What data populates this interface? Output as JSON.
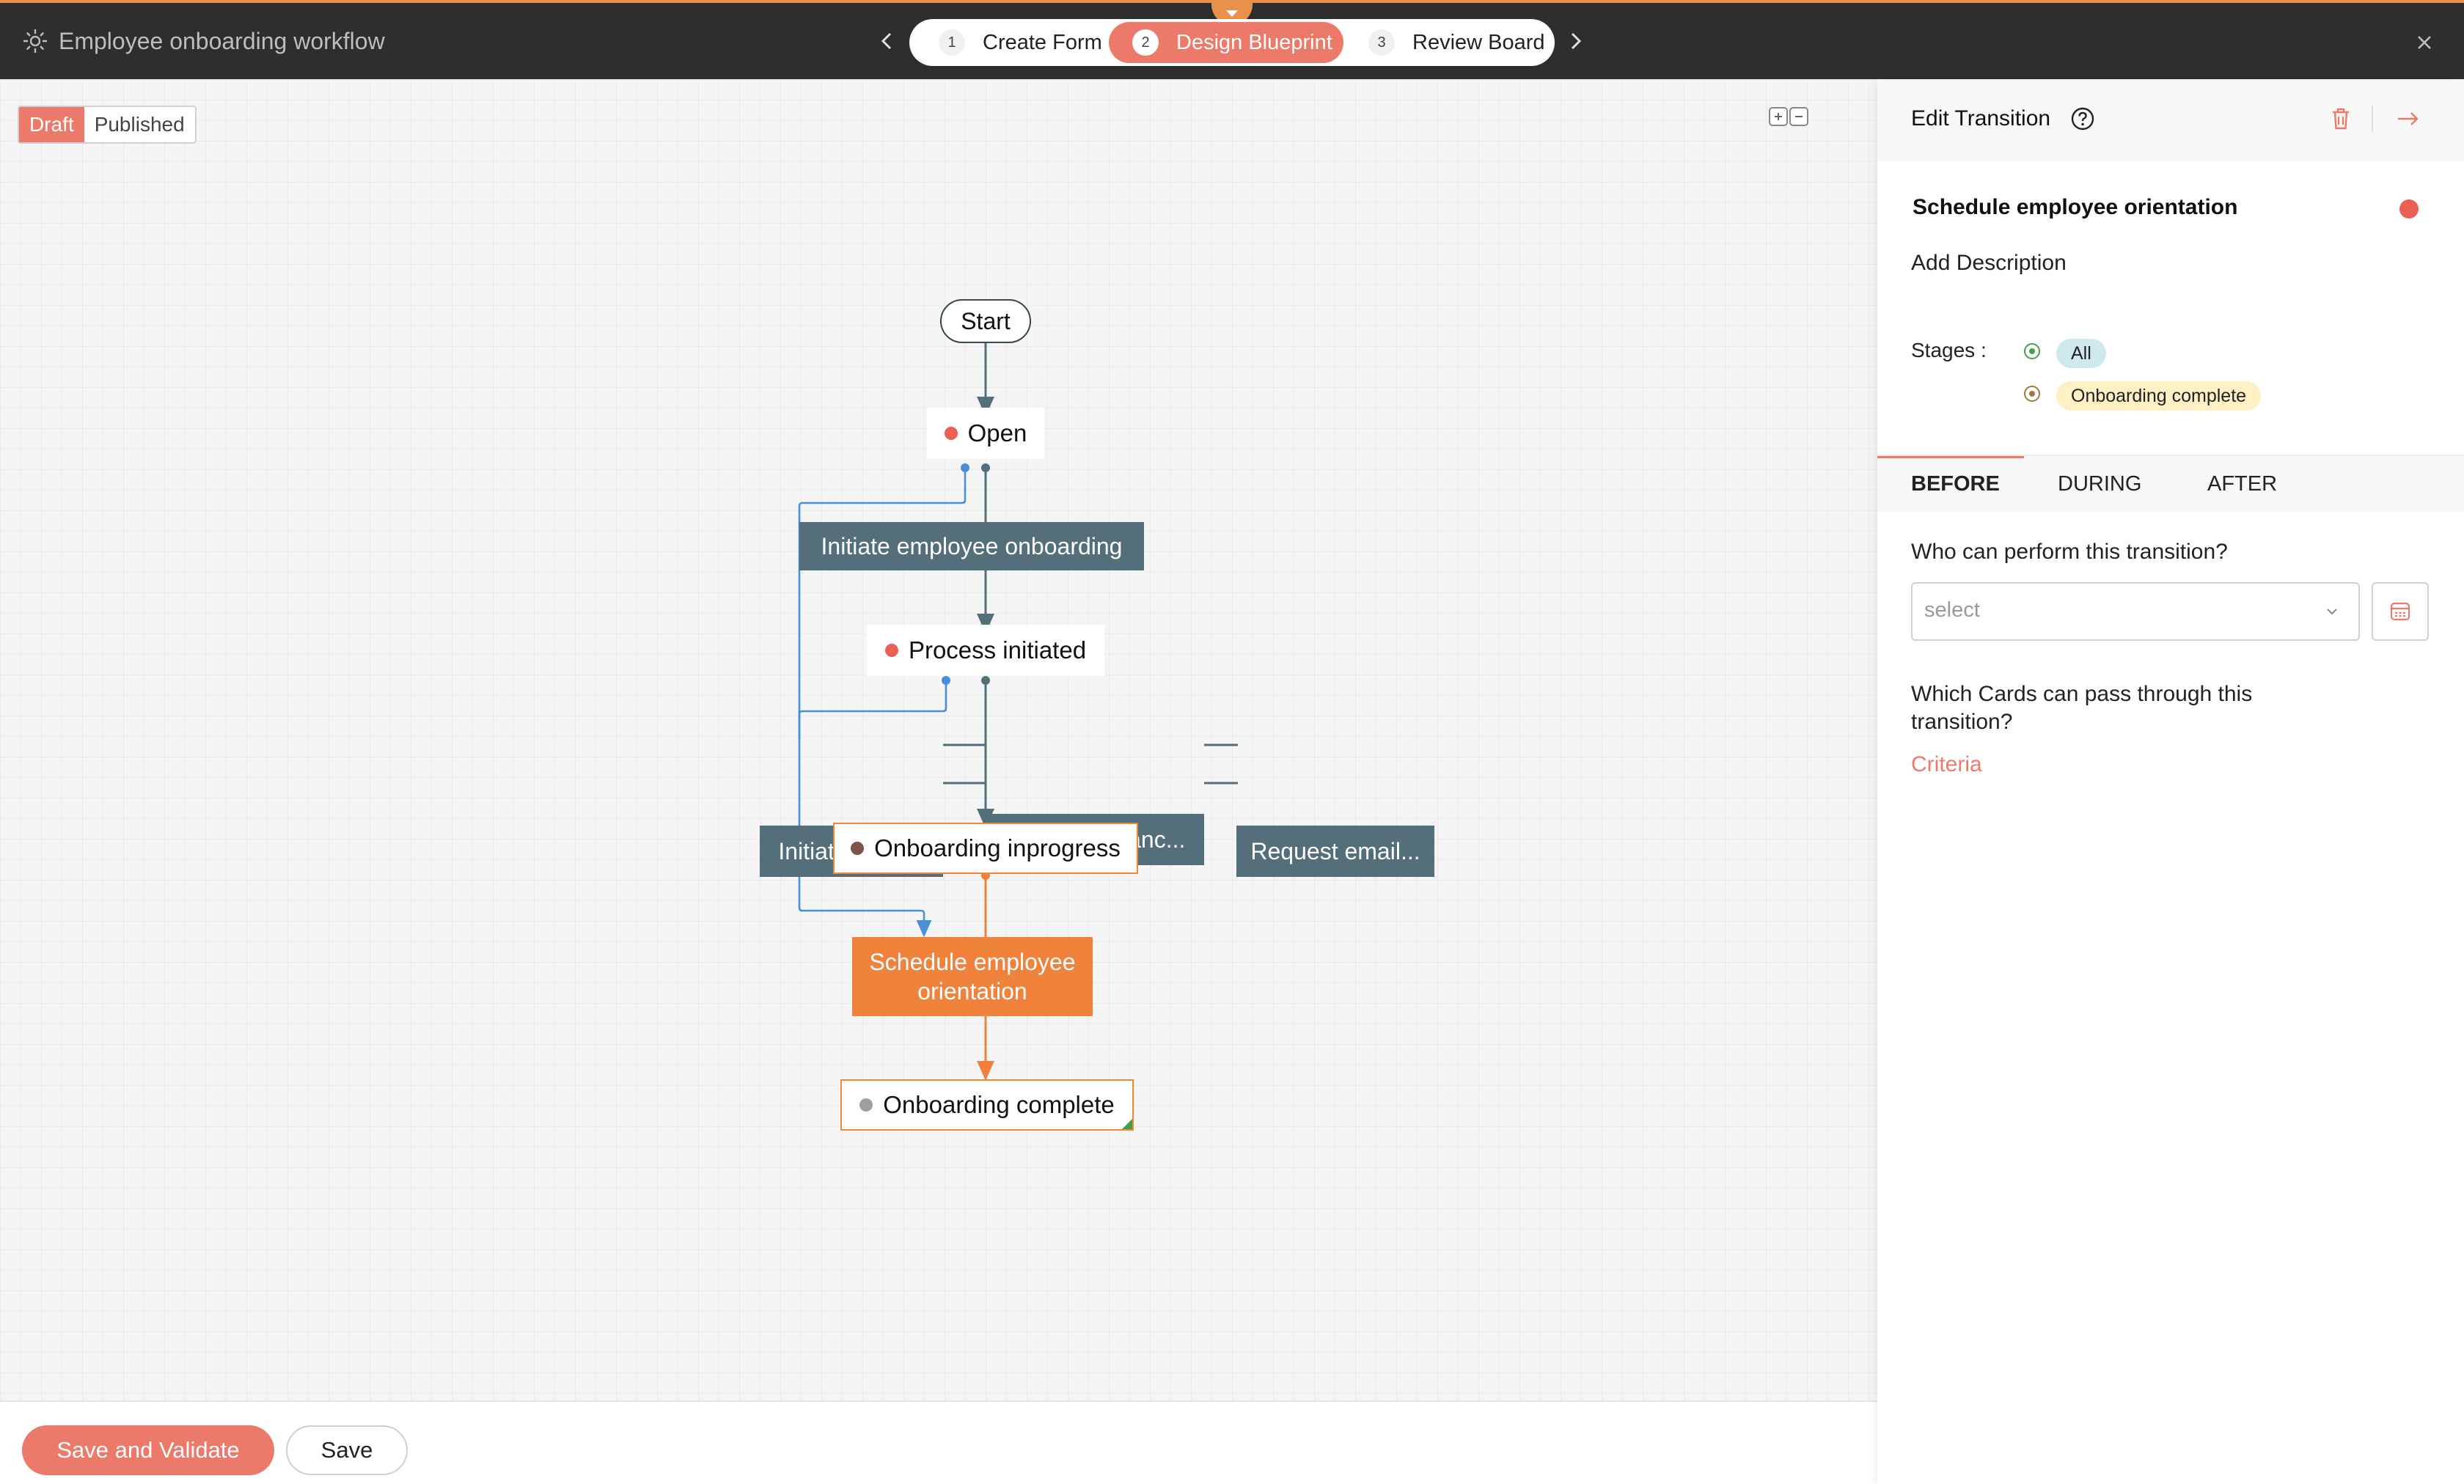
{
  "header": {
    "title": "Employee onboarding workflow",
    "steps": [
      {
        "num": "1",
        "label": "Create Form"
      },
      {
        "num": "2",
        "label": "Design Blueprint",
        "active": true
      },
      {
        "num": "3",
        "label": "Review Board"
      }
    ],
    "accent_color": "#e8914a"
  },
  "canvas": {
    "toggle": {
      "draft": "Draft",
      "published": "Published",
      "selected": "Draft"
    },
    "flow": {
      "start": "Start",
      "states": [
        {
          "id": "open",
          "label": "Open",
          "dot_color": "#ec5f55"
        },
        {
          "id": "process_initiated",
          "label": "Process initiated",
          "dot_color": "#ec5f55"
        },
        {
          "id": "onboarding_inprogress",
          "label": "Onboarding inprogress",
          "dot_color": "#795548"
        },
        {
          "id": "onboarding_complete",
          "label": "Onboarding complete",
          "dot_color": "#9e9e9e"
        }
      ],
      "transitions": [
        {
          "id": "initiate_onboarding",
          "label": "Initiate employee onboarding"
        },
        {
          "id": "initiate_bank",
          "label": "Initiate bank..."
        },
        {
          "id": "initiate_insurance",
          "label": "Initiate insuranc..."
        },
        {
          "id": "request_email",
          "label": "Request email..."
        },
        {
          "id": "schedule_orientation",
          "label": "Schedule employee orientation",
          "selected": true
        }
      ]
    }
  },
  "footer": {
    "save_validate": "Save and Validate",
    "save": "Save"
  },
  "panel": {
    "title": "Edit Transition",
    "transition_name": "Schedule employee orientation",
    "transition_color": "#ec5f55",
    "add_description": "Add Description",
    "stages_label": "Stages :",
    "stages": [
      {
        "label": "All",
        "color": "#43a047",
        "chip_bg": "#cfe8ec"
      },
      {
        "label": "Onboarding complete",
        "color": "#a1793a",
        "chip_bg": "#fdf0c4"
      }
    ],
    "tabs": [
      "BEFORE",
      "DURING",
      "AFTER"
    ],
    "active_tab": "BEFORE",
    "who_question": "Who can perform this transition?",
    "select_placeholder": "select",
    "cards_question": "Which Cards can pass through this transition?",
    "criteria_link": "Criteria"
  }
}
